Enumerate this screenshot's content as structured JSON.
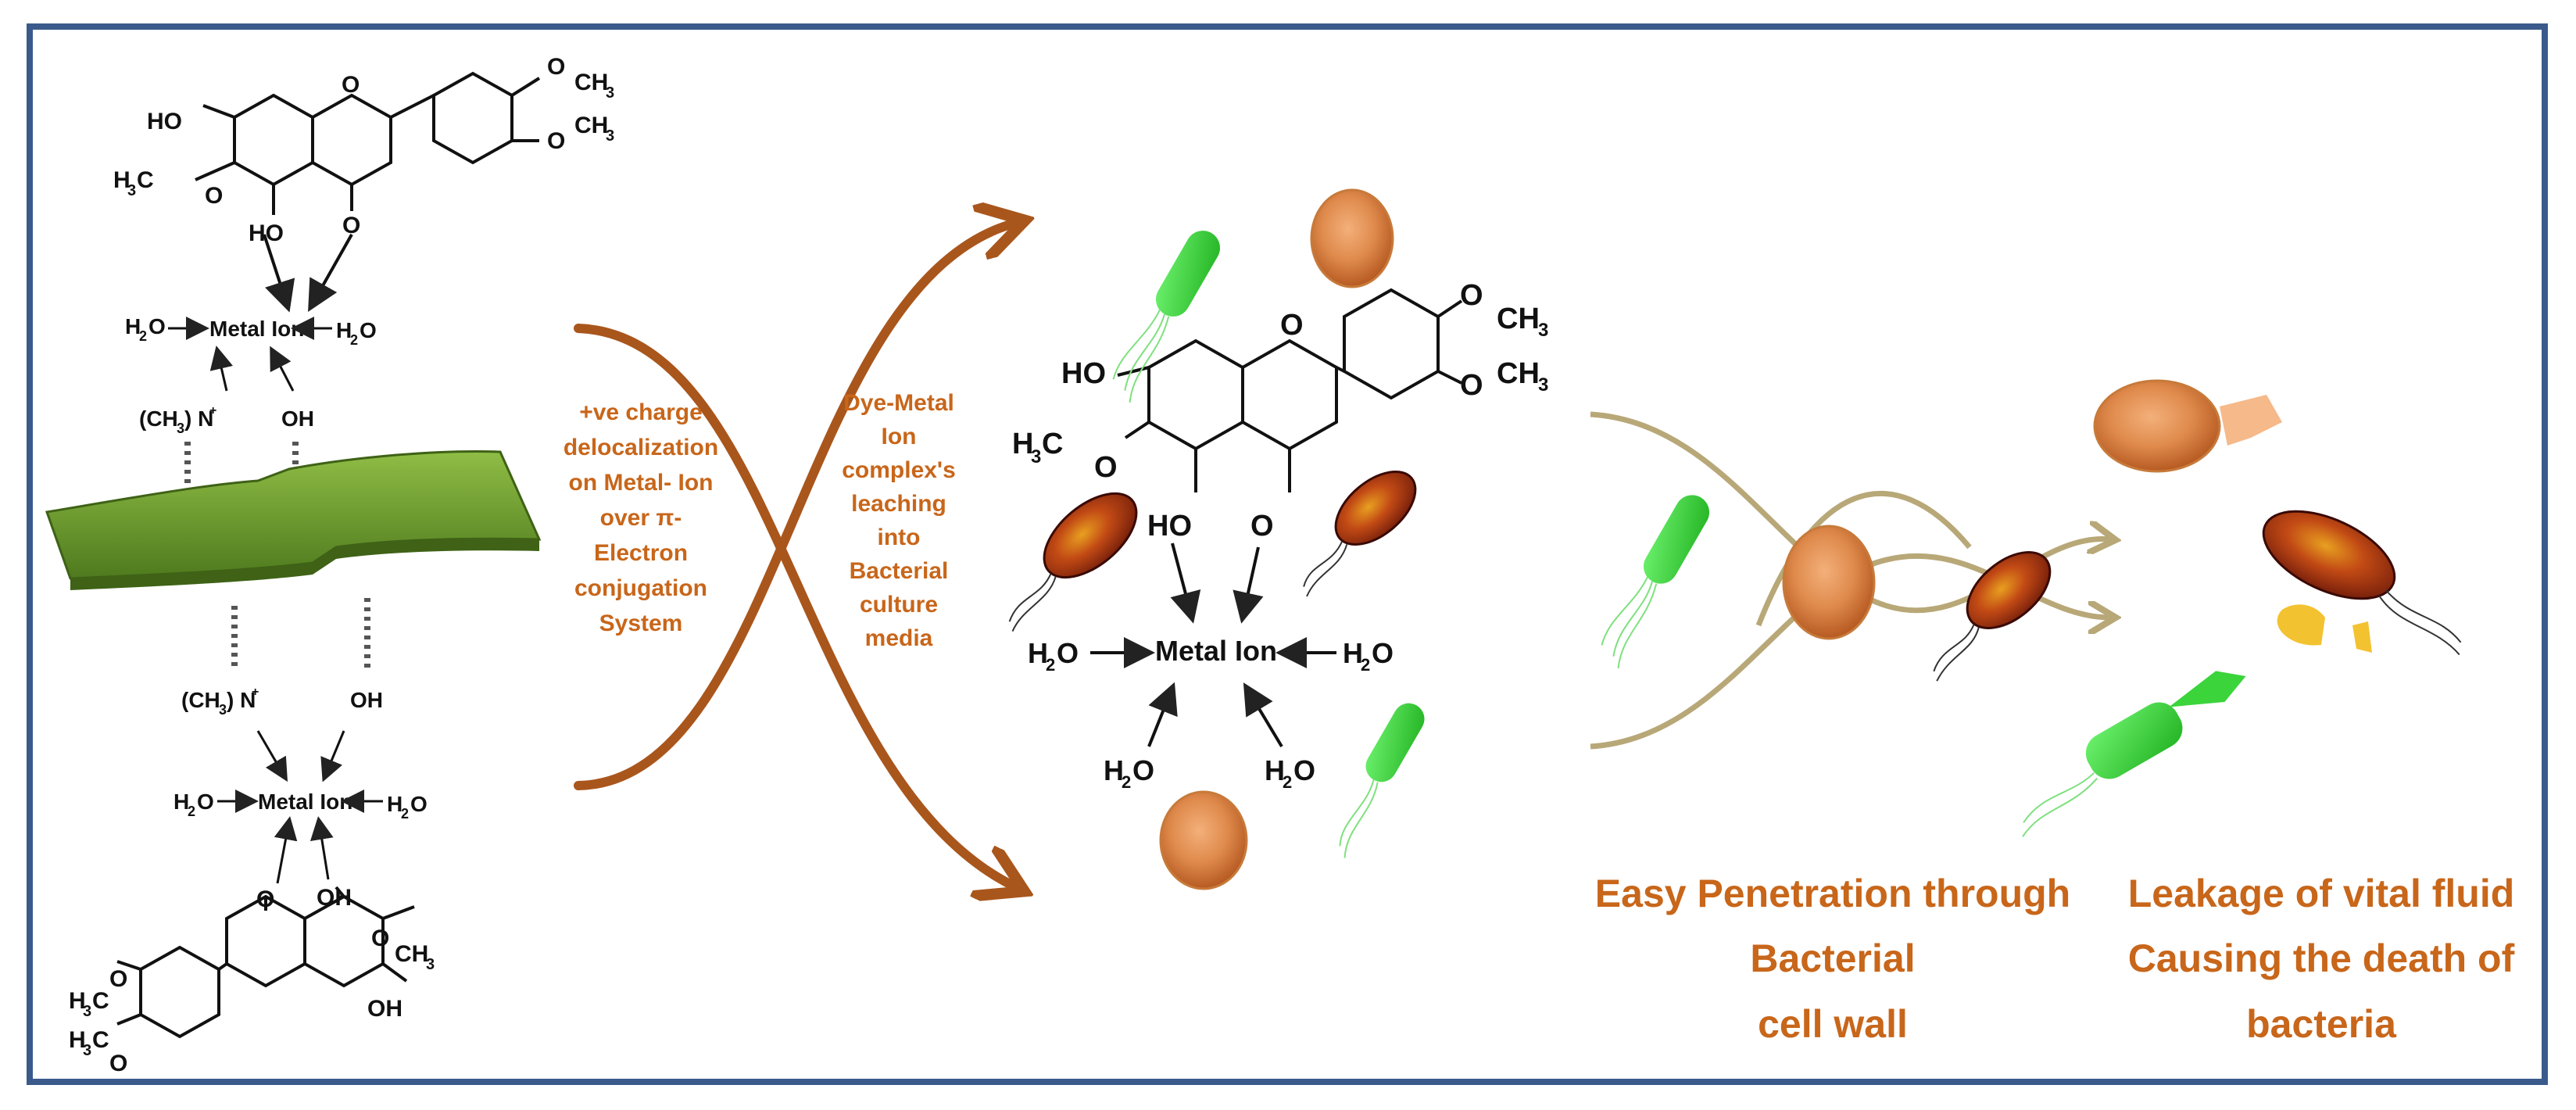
{
  "left_panel": {
    "top_molecule": {
      "substituents": {
        "ho_top": "HO",
        "methoxy_ring_top": "O",
        "ch3_top": "CH",
        "methoxy_ring_bottom": "O",
        "ch3_bottom": "CH",
        "methyl_left": "H",
        "methyl_left_c": "C",
        "ring_o": "O",
        "carbonyl_o": "O",
        "ho_bottom": "HO",
        "carbonyl_o_lower": "O"
      }
    },
    "top_complex": {
      "metal_ion": "Metal Ion",
      "water": "H",
      "water_o": "O"
    },
    "top_linkers": {
      "ammonium": "(CH",
      "ammonium_tail": ") N",
      "hydroxyl": "OH"
    },
    "bottom_linkers": {
      "ammonium": "(CH",
      "ammonium_tail": ") N",
      "hydroxyl": "OH"
    },
    "bottom_complex": {
      "metal_ion": "Metal Ion",
      "water": "H",
      "water_o": "O"
    },
    "bottom_molecule": {
      "substituents": {
        "carbonyl_o": "O",
        "oh_top": "OH",
        "methoxy_o": "O",
        "ch3_right": "CH",
        "oh_bottom": "OH",
        "h3c_a": "H",
        "h3c_a_c": "C",
        "methoxy_o2": "O",
        "h3c_b": "H",
        "h3c_b_c": "C",
        "methoxy_o3": "O"
      }
    }
  },
  "middle_labels": {
    "left_text": [
      "+ve charge",
      "delocalization",
      "on Metal- Ion",
      "over π-",
      "Electron",
      "conjugation",
      "System"
    ],
    "right_text": [
      "Dye-Metal",
      "Ion",
      "complex's",
      "leaching",
      "into",
      "Bacterial",
      "culture",
      "media"
    ]
  },
  "center_complex": {
    "ho": "HO",
    "ring_o": "O",
    "ome_top_o": "O",
    "ome_top_ch": "CH",
    "ome_bottom_o": "O",
    "ome_bottom_ch": "CH",
    "h3c_h": "H",
    "h3c_c": "C",
    "methoxy_o": "O",
    "lower_ho": "HO",
    "carbonyl_o": "O",
    "metal_ion": "Metal Ion",
    "water_h": "H",
    "water_o": "O"
  },
  "captions": {
    "penetration": [
      "Easy Penetration through",
      "Bacterial",
      "cell wall"
    ],
    "leakage": [
      "Leakage of vital  fluid",
      "Causing the  death of",
      "bacteria"
    ]
  },
  "colors": {
    "frame": "#3a5a8c",
    "label_orange": "#c8661a",
    "arrow_brown": "#a9561c",
    "sheet_green": "#5f8f2a",
    "bacterium_green": "#3bd43b",
    "rod_red": "#a83a14",
    "cocci": "#e0925a",
    "strand": "#b8a878"
  }
}
